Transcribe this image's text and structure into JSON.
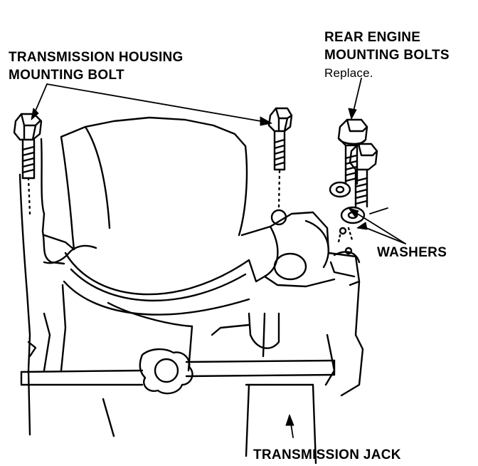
{
  "labels": {
    "transmission_housing_bolt": [
      "TRANSMISSION HOUSING",
      "MOUNTING BOLT"
    ],
    "rear_engine_bolts": [
      "REAR ENGINE",
      "MOUNTING BOLTS"
    ],
    "rear_engine_bolts_note": "Replace.",
    "washers": "WASHERS",
    "transmission_jack": "TRANSMISSION JACK"
  },
  "colors": {
    "line": "#000000",
    "background": "#ffffff"
  }
}
